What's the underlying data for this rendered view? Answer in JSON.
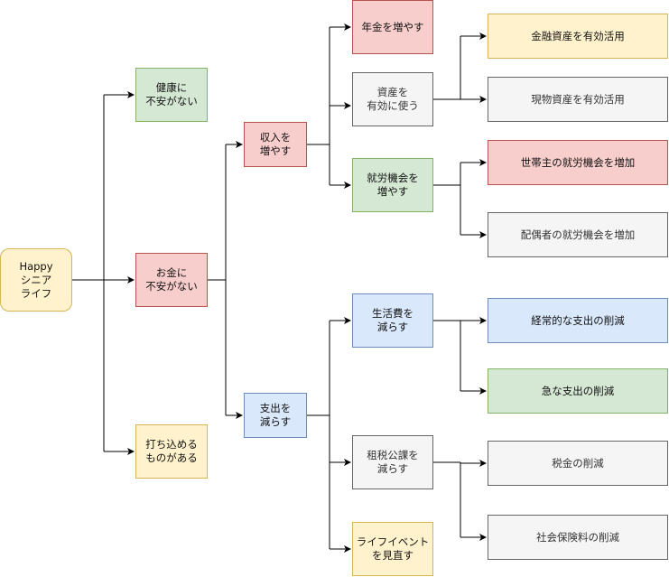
{
  "nodes": {
    "root": "Happy\nシニア\nライフ",
    "health": "健康に\n不安がない",
    "money": "お金に\n不安がない",
    "passion": "打ち込める\nものがある",
    "income": "収入を\n増やす",
    "expense": "支出を\n減らす",
    "pension": "年金を増やす",
    "assets": "資産を\n有効に使う",
    "work": "就労機会を\n増やす",
    "living": "生活費を\n減らす",
    "tax": "租税公課を\n減らす",
    "life_event": "ライフイベント\nを見直す",
    "financial_assets": "金融資産を有効活用",
    "physical_assets": "現物資産を有効活用",
    "head_work": "世帯主の就労機会を増加",
    "spouse_work": "配偶者の就労機会を増加",
    "recurring": "経常的な支出の削減",
    "sudden": "急な支出の削減",
    "tax_cut": "税金の削減",
    "insurance_cut": "社会保険料の削減"
  }
}
